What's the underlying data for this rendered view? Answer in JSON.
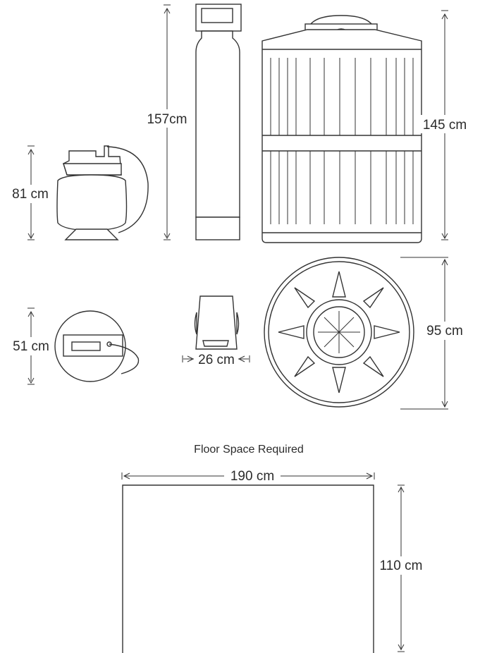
{
  "dimensions": {
    "pump_height": "81 cm",
    "softener_height": "157cm",
    "tank_height": "145 cm",
    "pump_footprint": "51 cm",
    "softener_footprint": "26 cm",
    "tank_footprint": "95 cm"
  },
  "floor": {
    "caption": "Floor Space Required",
    "width": "190 cm",
    "depth": "110 cm"
  },
  "colors": {
    "stroke": "#333333",
    "text": "#2b2b2b",
    "background": "#ffffff"
  }
}
